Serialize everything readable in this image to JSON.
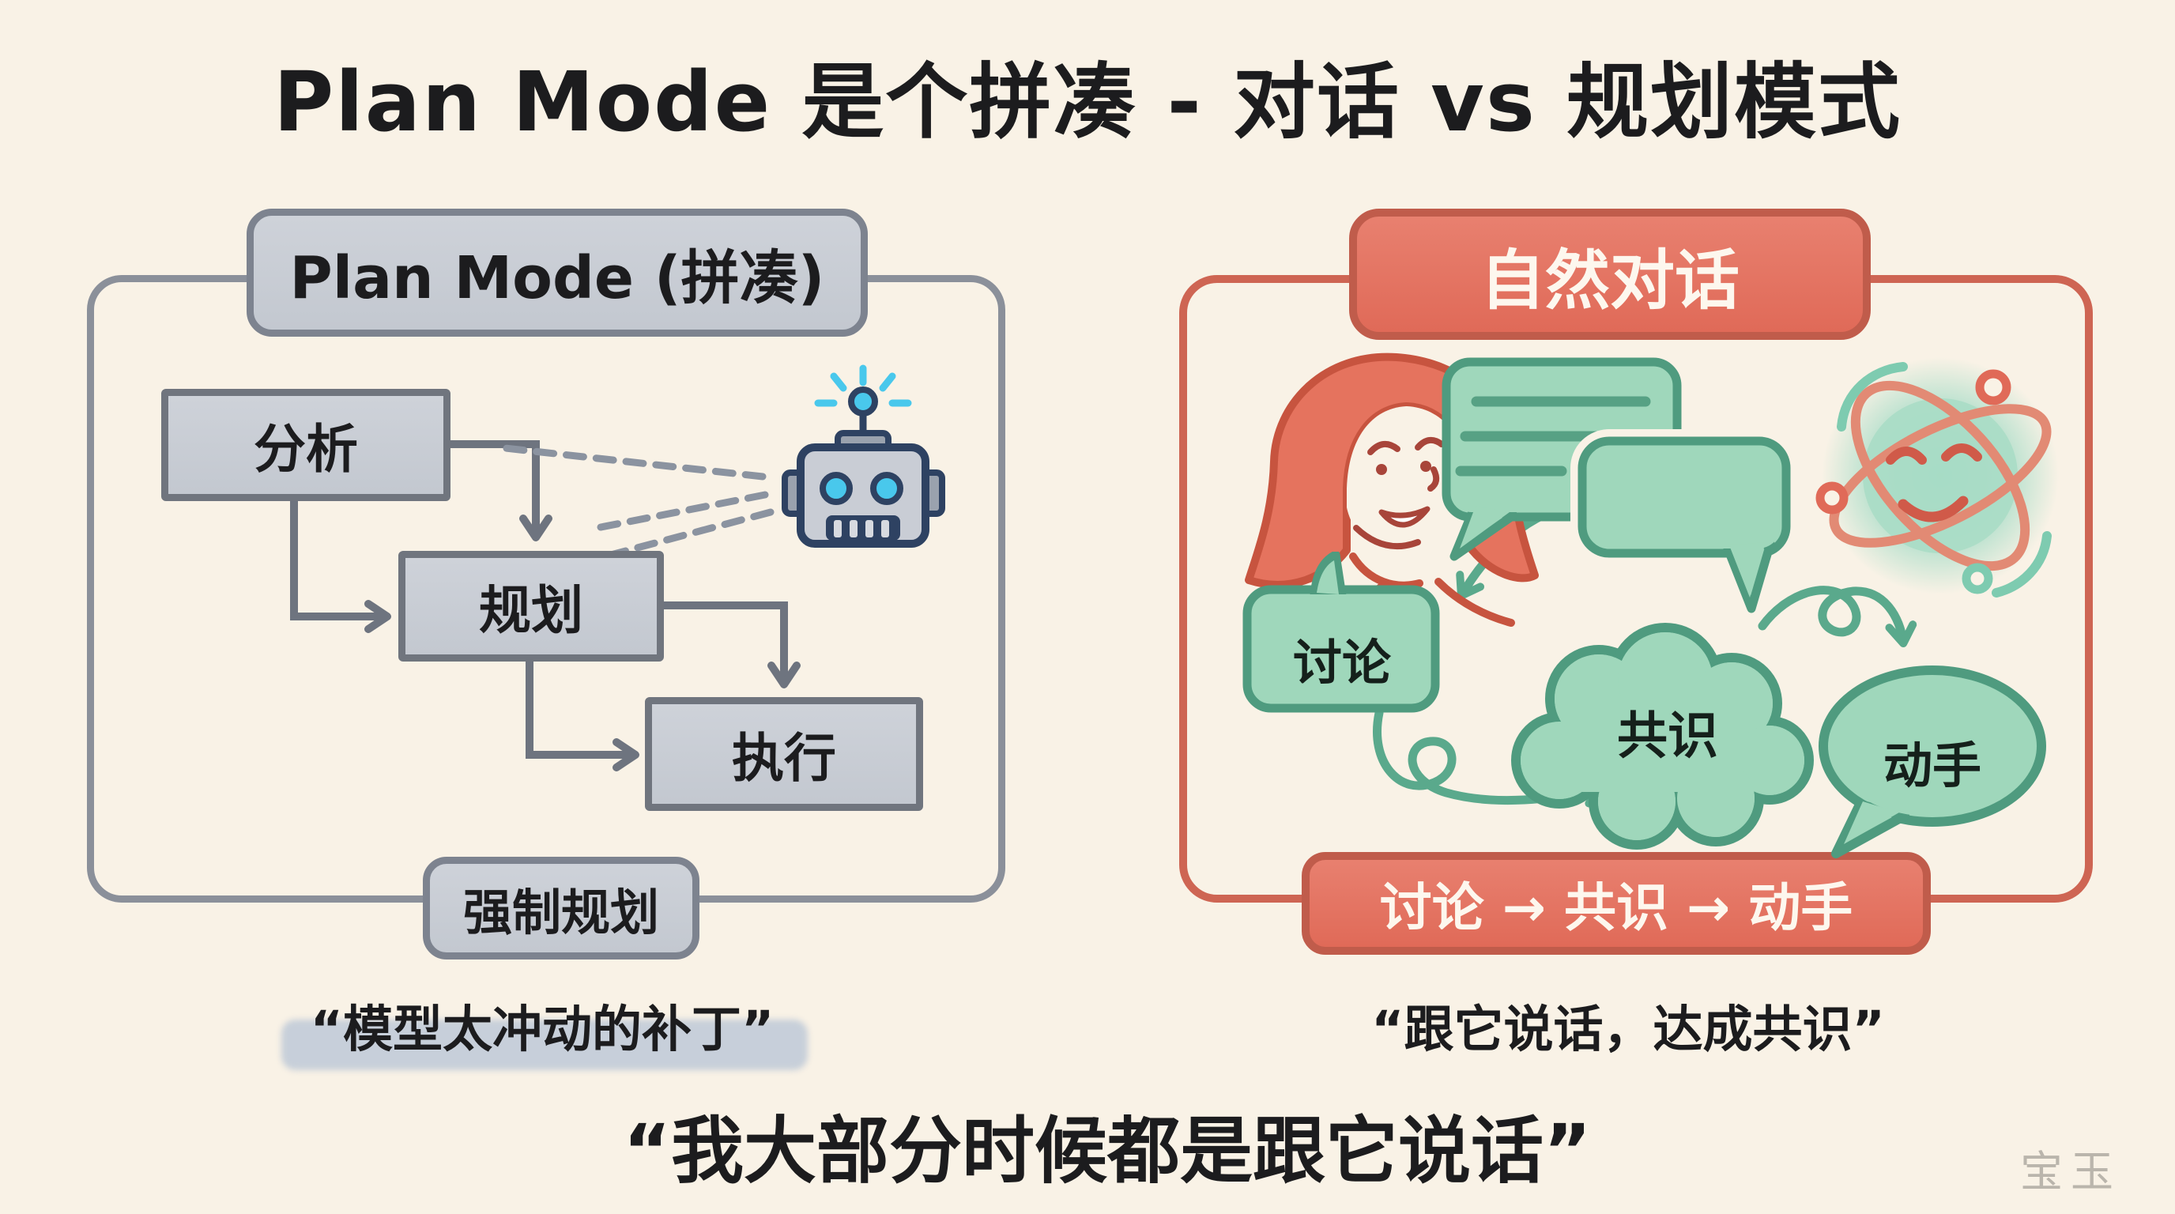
{
  "title": "Plan Mode 是个拼凑 - 对话 vs 规划模式",
  "left_panel": {
    "header": "Plan Mode (拼凑)",
    "steps": {
      "analyze": "分析",
      "plan": "规划",
      "execute": "执行"
    },
    "footer": "强制规划",
    "quote": "“模型太冲动的补丁”"
  },
  "right_panel": {
    "header": "自然对话",
    "discuss": "讨论",
    "consensus": "共识",
    "action": "动手",
    "footer": "讨论 → 共识 → 动手",
    "quote": "“跟它说话，达成共识”"
  },
  "bottom_quote": "“我大部分时候都是跟它说话”",
  "watermark": "宝玉",
  "icons": {
    "robot": "robot-icon",
    "woman": "woman-avatar-icon",
    "chat_bubbles": "chat-bubbles-icon",
    "atom": "atom-smiley-icon"
  },
  "colors": {
    "background": "#f9f2e6",
    "gray_border": "#70757e",
    "gray_fill": "#c9cdd5",
    "panel_gray": "#8b909a",
    "arrow_gray": "#6e747f",
    "red_border": "#c05c4b",
    "red_fill": "#e57767",
    "green_fill": "#9fd7bb",
    "green_border": "#4f9b7f",
    "robot_navy": "#2e4262",
    "robot_cyan": "#49c8ec",
    "quote_highlight": "#a8b9d2"
  }
}
